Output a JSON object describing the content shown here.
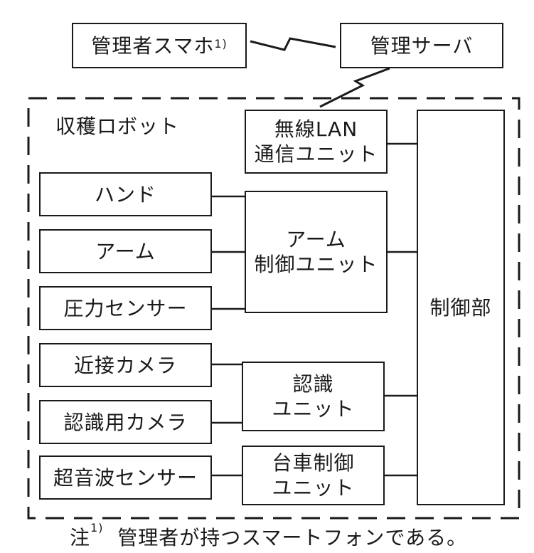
{
  "external": {
    "smartphone": {
      "text": "管理者スマホ",
      "mark": "1)"
    },
    "server": "管理サーバ"
  },
  "robot": {
    "title": "収穫ロボット",
    "wireless": [
      "無線LAN",
      "通信ユニット"
    ],
    "hand": "ハンド",
    "arm": "アーム",
    "pressure": "圧力センサー",
    "arm_ctrl": [
      "アーム",
      "制御ユニット"
    ],
    "controller": "制御部",
    "proximity_cam": "近接カメラ",
    "recognition_cam": "認識用カメラ",
    "recognition_unit": [
      "認識",
      "ユニット"
    ],
    "ultrasonic": "超音波センサー",
    "cart_ctrl": [
      "台車制御",
      "ユニット"
    ]
  },
  "note": {
    "mark": "注",
    "sup": "1)",
    "text": "管理者が持つスマートフォンである。"
  }
}
